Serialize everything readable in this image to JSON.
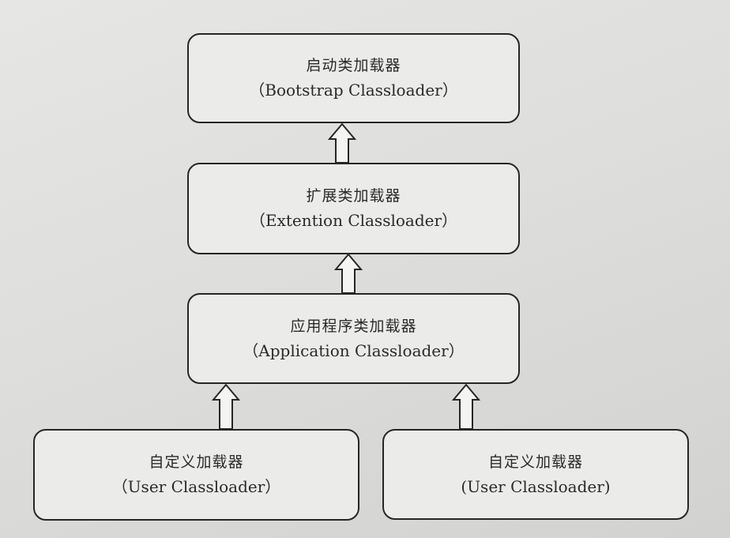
{
  "diagram": {
    "nodes": {
      "bootstrap": {
        "zh": "启动类加载器",
        "en": "（Bootstrap Classloader）"
      },
      "extension": {
        "zh": "扩展类加载器",
        "en": "（Extention Classloader）"
      },
      "application": {
        "zh": "应用程序类加载器",
        "en": "（Application Classloader）"
      },
      "user_left": {
        "zh": "自定义加载器",
        "en": "（User Classloader）"
      },
      "user_right": {
        "zh": "自定义加载器",
        "en": "(User Classloader)"
      }
    },
    "edges": [
      {
        "from": "extension",
        "to": "bootstrap"
      },
      {
        "from": "application",
        "to": "extension"
      },
      {
        "from": "user_left",
        "to": "application"
      },
      {
        "from": "user_right",
        "to": "application"
      }
    ],
    "colors": {
      "stroke": "#262626",
      "box_fill": "#ebebea",
      "text": "#2a2a2a"
    }
  }
}
